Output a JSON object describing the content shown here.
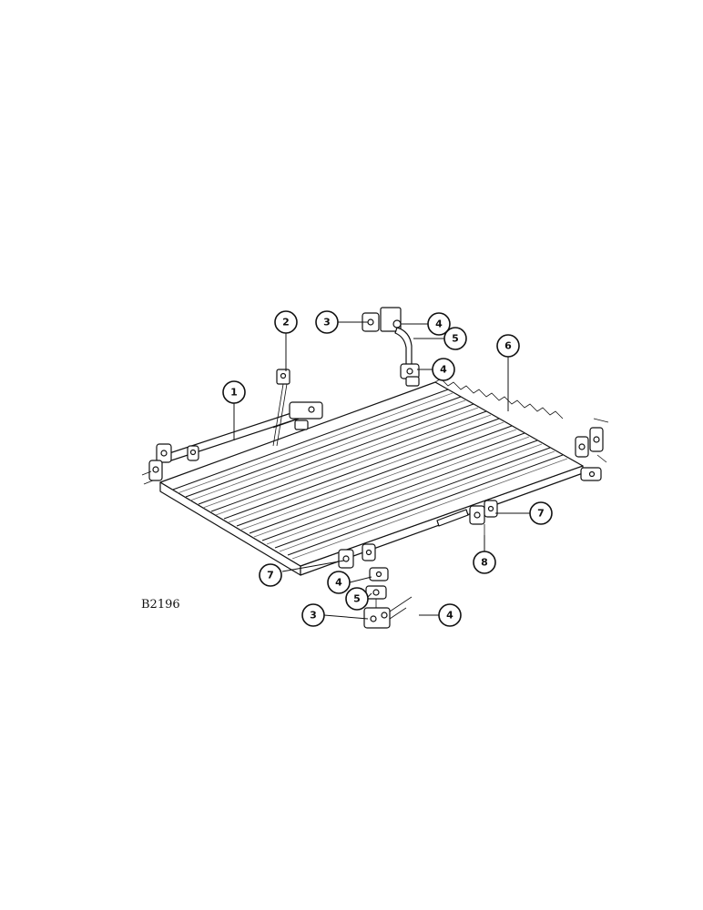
{
  "drawing_id": "B2196",
  "callouts": [
    {
      "label": "1"
    },
    {
      "label": "2"
    },
    {
      "label": "3"
    },
    {
      "label": "4"
    },
    {
      "label": "4"
    },
    {
      "label": "5"
    },
    {
      "label": "6"
    },
    {
      "label": "7"
    },
    {
      "label": "8"
    },
    {
      "label": "7"
    },
    {
      "label": "4"
    },
    {
      "label": "5"
    },
    {
      "label": "3"
    },
    {
      "label": "4"
    }
  ]
}
